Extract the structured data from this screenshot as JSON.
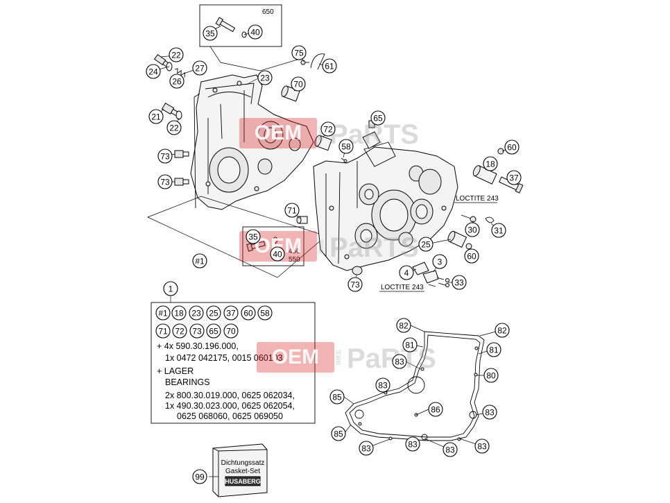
{
  "inset_top_label": "650",
  "inset_mid_label_a": "450",
  "inset_mid_label_b": "550",
  "loctite_1": "LOCTITE 243",
  "loctite_2": "LOCTITE 243",
  "watermark": {
    "oem": "OEM",
    "bike": "BIKE",
    "parts": "PaRTS",
    "color": "#d9262c"
  },
  "callouts": [
    {
      "id": "c35a",
      "label": "35"
    },
    {
      "id": "c40a",
      "label": "40"
    },
    {
      "id": "c22a",
      "label": "22"
    },
    {
      "id": "c24",
      "label": "24"
    },
    {
      "id": "c27",
      "label": "27"
    },
    {
      "id": "c26",
      "label": "26"
    },
    {
      "id": "c23",
      "label": "23"
    },
    {
      "id": "c75",
      "label": "75"
    },
    {
      "id": "c61",
      "label": "61"
    },
    {
      "id": "c70a",
      "label": "70"
    },
    {
      "id": "c21",
      "label": "21"
    },
    {
      "id": "c22b",
      "label": "22"
    },
    {
      "id": "c65a",
      "label": "65"
    },
    {
      "id": "c72a",
      "label": "72"
    },
    {
      "id": "c58a",
      "label": "58"
    },
    {
      "id": "c73a",
      "label": "73"
    },
    {
      "id": "c73b",
      "label": "73"
    },
    {
      "id": "c60a",
      "label": "60"
    },
    {
      "id": "c18a",
      "label": "18"
    },
    {
      "id": "c37a",
      "label": "37"
    },
    {
      "id": "c71a",
      "label": "71"
    },
    {
      "id": "c30",
      "label": "30"
    },
    {
      "id": "c31",
      "label": "31"
    },
    {
      "id": "c35b",
      "label": "35"
    },
    {
      "id": "c40b",
      "label": "40"
    },
    {
      "id": "c25a",
      "label": "25"
    },
    {
      "id": "c60b",
      "label": "60"
    },
    {
      "id": "c1hash",
      "label": "#1"
    },
    {
      "id": "c3",
      "label": "3"
    },
    {
      "id": "c4",
      "label": "4"
    },
    {
      "id": "c33",
      "label": "33"
    },
    {
      "id": "c73c",
      "label": "73"
    },
    {
      "id": "c1",
      "label": "1"
    },
    {
      "id": "k1",
      "label": "#1"
    },
    {
      "id": "k18",
      "label": "18"
    },
    {
      "id": "k23",
      "label": "23"
    },
    {
      "id": "k25",
      "label": "25"
    },
    {
      "id": "k37",
      "label": "37"
    },
    {
      "id": "k60",
      "label": "60"
    },
    {
      "id": "k58",
      "label": "58"
    },
    {
      "id": "k71",
      "label": "71"
    },
    {
      "id": "k72",
      "label": "72"
    },
    {
      "id": "k73",
      "label": "73"
    },
    {
      "id": "k65",
      "label": "65"
    },
    {
      "id": "k70",
      "label": "70"
    },
    {
      "id": "g82a",
      "label": "82"
    },
    {
      "id": "g82b",
      "label": "82"
    },
    {
      "id": "g81a",
      "label": "81"
    },
    {
      "id": "g81b",
      "label": "81"
    },
    {
      "id": "g83a",
      "label": "83"
    },
    {
      "id": "g80",
      "label": "80"
    },
    {
      "id": "g83b",
      "label": "83"
    },
    {
      "id": "g85a",
      "label": "85"
    },
    {
      "id": "g86",
      "label": "86"
    },
    {
      "id": "g83c",
      "label": "83"
    },
    {
      "id": "g85b",
      "label": "85"
    },
    {
      "id": "g83d",
      "label": "83"
    },
    {
      "id": "g83e",
      "label": "83"
    },
    {
      "id": "g83f",
      "label": "83"
    },
    {
      "id": "g83g",
      "label": "83"
    },
    {
      "id": "c99",
      "label": "99"
    }
  ],
  "kit": {
    "line1": "+ 4x 590.30.196.000,",
    "line2": "1x 0472 042175, 0015 060103",
    "line3": "+ LAGER",
    "line4": "BEARINGS",
    "line5": "2x 800.30.019.000, 0625 062034,",
    "line6": "1x 490.30.023.000, 0625 062054,",
    "line7": "0625 068060, 0625 069050"
  },
  "gasket_box": {
    "line1": "Dichtungssatz",
    "line2": "Gasket-Set",
    "brand": "HUSABERG"
  }
}
